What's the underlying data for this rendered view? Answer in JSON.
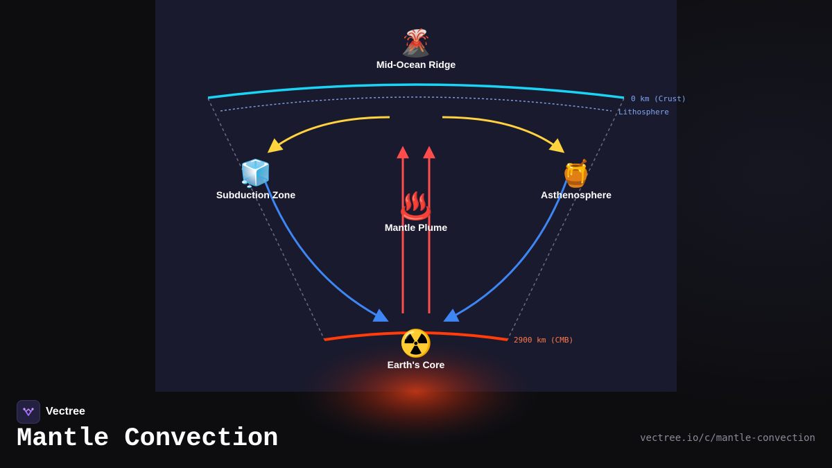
{
  "diagram": {
    "nodes": {
      "ridge": {
        "emoji": "🌋",
        "label": "Mid-Ocean Ridge"
      },
      "subduction": {
        "emoji": "🧊",
        "label": "Subduction Zone"
      },
      "plume": {
        "emoji": "♨️",
        "label": "Mantle Plume"
      },
      "astheno": {
        "emoji": "🍯",
        "label": "Asthenosphere"
      },
      "core": {
        "emoji": "☢️",
        "label": "Earth's Core"
      }
    },
    "depth_labels": {
      "crust": "0 km (Crust)",
      "lithosphere": "Lithosphere",
      "cmb": "2900 km (CMB)"
    },
    "colors": {
      "crust": "#1ad3f5",
      "lithosphere": "#7f9ae0",
      "spreading": "#ffd23f",
      "sinking": "#3f86f5",
      "plume": "#ff4d4d",
      "core": "#ff3c0a",
      "boundary": "#6a6d80"
    }
  },
  "footer": {
    "brand": "Vectree",
    "title": "Mantle Convection",
    "url": "vectree.io/c/mantle-convection"
  }
}
